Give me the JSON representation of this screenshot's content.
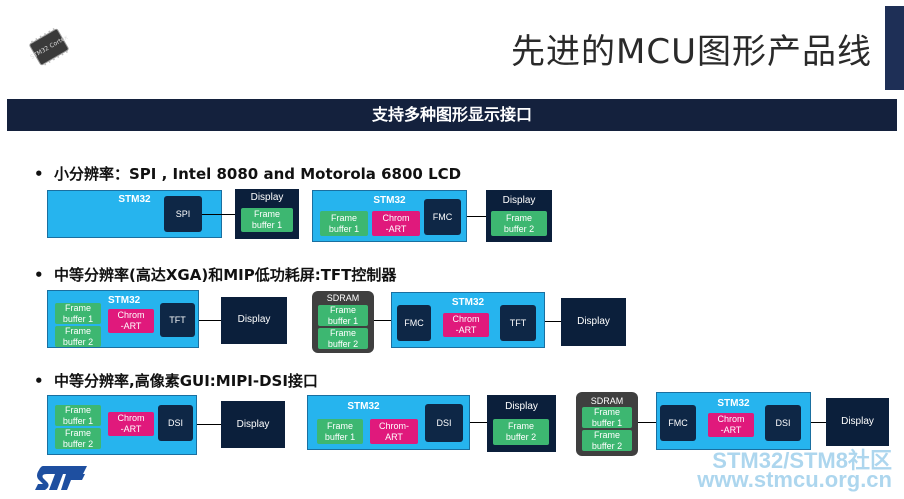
{
  "header": {
    "title": "先进的MCU图形产品线",
    "chip_label": "STM32 Cortex"
  },
  "banner": {
    "text": "支持多种图形显示接口"
  },
  "sections": [
    {
      "bullet": "•",
      "text": "小分辨率：SPI , Intel 8080 and Motorola 6800 LCD"
    },
    {
      "bullet": "•",
      "text": "中等分辨率(高达XGA)和MIP低功耗屏:TFT控制器"
    },
    {
      "bullet": "•",
      "text": "中等分辨率,高像素GUI:MIPI-DSI接口"
    }
  ],
  "labels": {
    "stm32": "STM32",
    "display": "Display",
    "spi": "SPI",
    "fmc": "FMC",
    "tft": "TFT",
    "dsi": "DSI",
    "sdram": "SDRAM",
    "fb1_a": "Frame",
    "fb1_b": "buffer 1",
    "fb2_a": "Frame",
    "fb2_b": "buffer 2",
    "chrom_a": "Chrom",
    "chrom_b": "-ART",
    "chrom_c": "Chrom-",
    "chrom_d": "ART"
  },
  "footer": {
    "watermark_top": "STM32/STM8社区",
    "watermark_bottom": "www.stmcu.org.cn"
  },
  "colors": {
    "mcu": "#26b4ee",
    "block": "#0e2746",
    "framebuffer": "#3db771",
    "chromart": "#e0197c",
    "sdram": "#3f3f3f",
    "banner": "#14213d"
  }
}
